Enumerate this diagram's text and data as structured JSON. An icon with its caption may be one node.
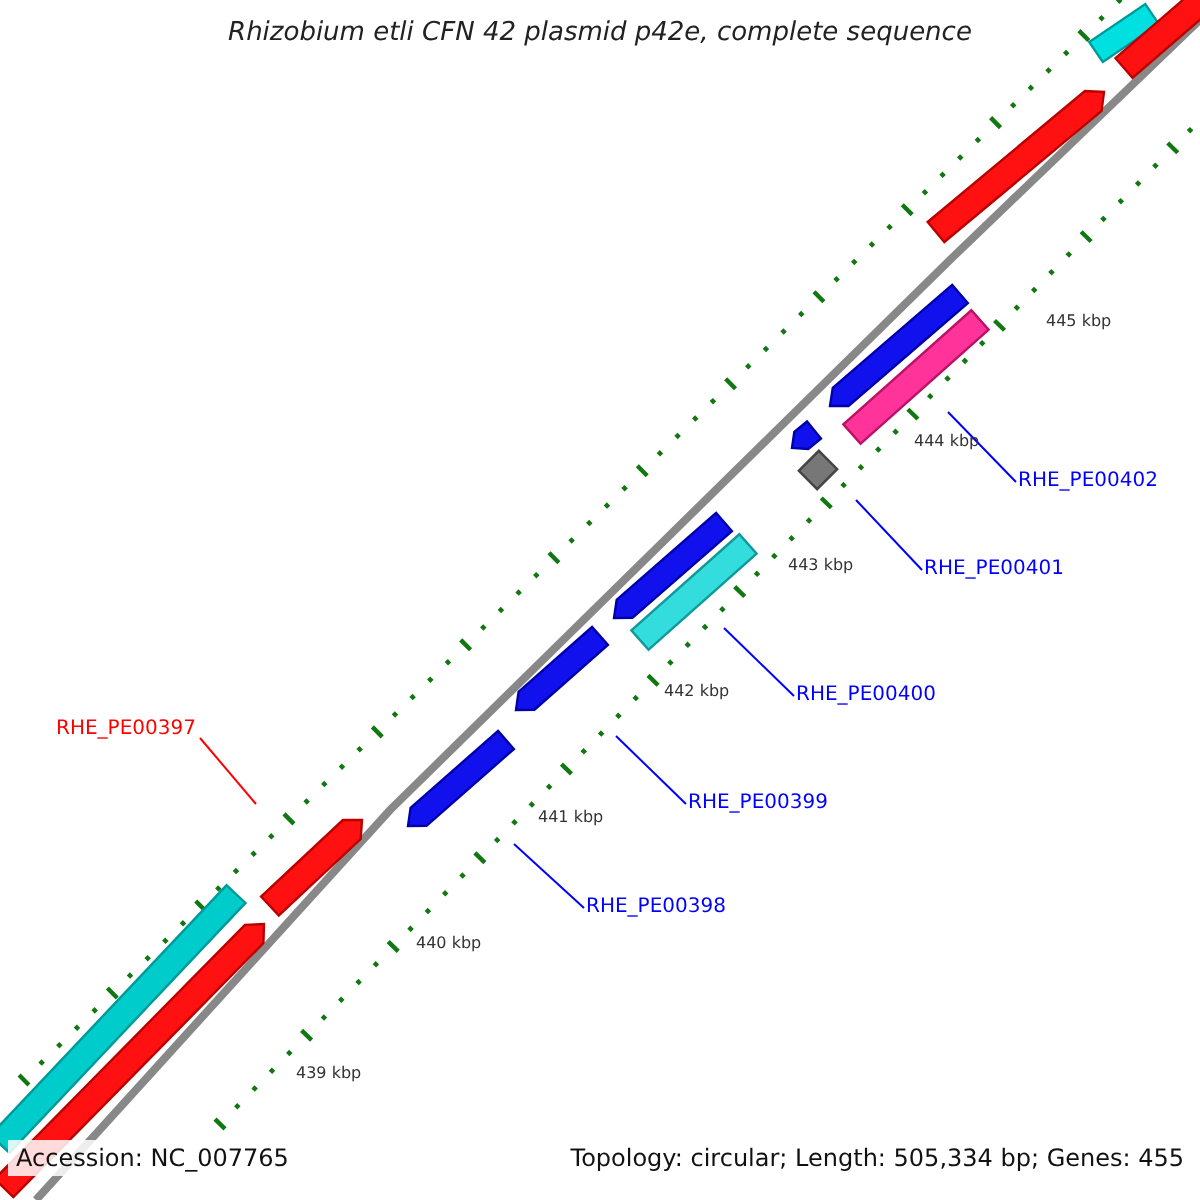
{
  "diagram": {
    "title": "Rhizobium etli CFN 42 plasmid p42e, complete sequence",
    "nodes": [
      {
        "text": [
          "RHE_PE00402"
        ]
      },
      {
        "text": [
          "RHE_PE00401"
        ]
      },
      {
        "text": [
          "RHE_PE00400"
        ]
      },
      {
        "text": [
          "RHE_PE00397"
        ]
      },
      {
        "text": [
          "RHE_PE00399"
        ]
      },
      {
        "text": [
          "RHE_PE00398"
        ]
      },
      {
        "text": [],
        "shape": "box"
      },
      {
        "text": [],
        "shape": "pentagon"
      },
      {
        "text": [],
        "shape": "pentagon"
      },
      {
        "text": [],
        "shape": "pentagon"
      },
      {
        "text": [],
        "shape": "box"
      },
      {
        "text": [],
        "shape": "pentagon"
      },
      {
        "text": [],
        "shape": "diamond"
      },
      {
        "text": [],
        "shape": "pentagon"
      },
      {
        "text": [],
        "shape": "box"
      },
      {
        "text": [],
        "shape": "pentagon"
      },
      {
        "text": [],
        "shape": "pentagon"
      },
      {
        "text": [],
        "shape": "pentagon"
      },
      {
        "text": [],
        "shape": "box"
      },
      {
        "text": [],
        "shape": "pentagon"
      }
    ],
    "edges": [
      {
        "from": 0,
        "to": 10,
        "arrow": "none"
      },
      {
        "from": 1,
        "to": 12,
        "arrow": "none"
      },
      {
        "from": 2,
        "to": 14,
        "arrow": "none"
      },
      {
        "from": 3,
        "to": 16,
        "arrow": "none",
        "color": "#ff0000"
      },
      {
        "from": 4,
        "to": 15,
        "arrow": "none"
      },
      {
        "from": 5,
        "to": 17,
        "arrow": "none"
      }
    ],
    "labels": [
      "445 kbp",
      "444 kbp",
      "443 kbp",
      "442 kbp",
      "441 kbp",
      "440 kbp",
      "439 kbp",
      "Accession: NC_007765",
      "Topology: circular; Length: 505,334 bp; Genes: 455"
    ]
  }
}
